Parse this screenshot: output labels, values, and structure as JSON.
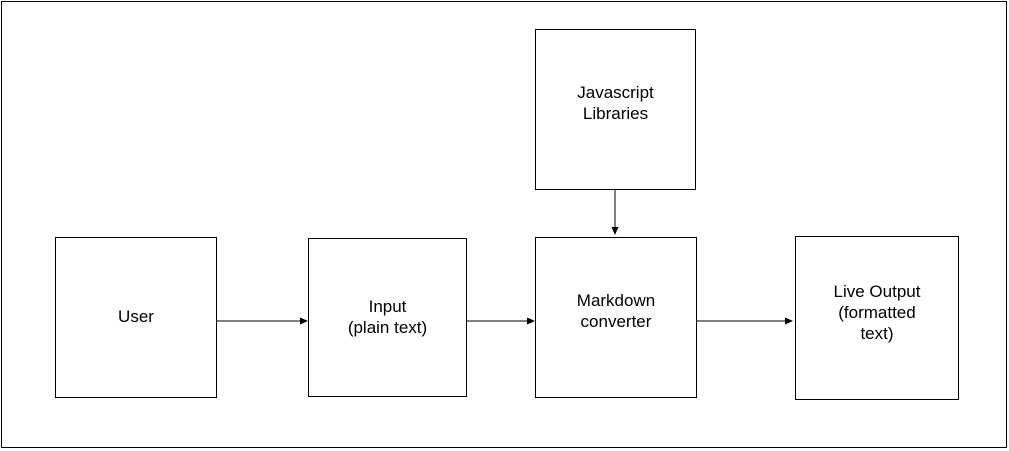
{
  "diagram": {
    "nodes": {
      "user": {
        "label": "User"
      },
      "input": {
        "label": "Input\n(plain text)"
      },
      "libraries": {
        "label": "Javascript\nLibraries"
      },
      "converter": {
        "label": "Markdown\nconverter"
      },
      "output": {
        "label": "Live Output\n(formatted\ntext)"
      }
    },
    "edges": [
      {
        "from": "User",
        "to": "Input (plain text)"
      },
      {
        "from": "Input (plain text)",
        "to": "Markdown converter"
      },
      {
        "from": "Javascript Libraries",
        "to": "Markdown converter"
      },
      {
        "from": "Markdown converter",
        "to": "Live Output (formatted text)"
      }
    ],
    "colors": {
      "stroke": "#000000",
      "fill": "#ffffff",
      "text": "#000000"
    }
  }
}
